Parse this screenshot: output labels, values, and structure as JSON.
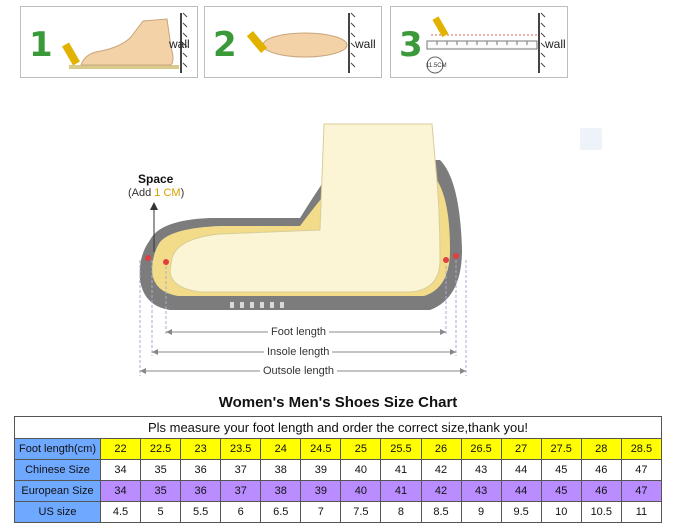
{
  "steps": [
    {
      "number": "1",
      "wall": "wall"
    },
    {
      "number": "2",
      "wall": "wall"
    },
    {
      "number": "3",
      "wall": "wall",
      "measurement": "11.5CM"
    }
  ],
  "diagram": {
    "space_title": "Space",
    "space_sub_prefix": "(Add ",
    "space_sub_accent": "1 CM",
    "space_sub_suffix": ")",
    "foot_length": "Foot length",
    "insole_length": "Insole length",
    "outsole_length": "Outsole length"
  },
  "chart_title": "Women's Men's Shoes Size Chart",
  "instruction": "Pls measure your foot length and order the correct size,thank you!",
  "colors": {
    "label_bg": "#6fa8ff",
    "foot_row": "#ffff00",
    "eu_row": "#b98cff",
    "step_green": "#3a9a3a",
    "accent_yellow": "#d6a000"
  },
  "size_table": {
    "rows": [
      {
        "label": "Foot length(cm)",
        "values": [
          "22",
          "22.5",
          "23",
          "23.5",
          "24",
          "24.5",
          "25",
          "25.5",
          "26",
          "26.5",
          "27",
          "27.5",
          "28",
          "28.5"
        ]
      },
      {
        "label": "Chinese Size",
        "values": [
          "34",
          "35",
          "36",
          "37",
          "38",
          "39",
          "40",
          "41",
          "42",
          "43",
          "44",
          "45",
          "46",
          "47"
        ]
      },
      {
        "label": "European Size",
        "values": [
          "34",
          "35",
          "36",
          "37",
          "38",
          "39",
          "40",
          "41",
          "42",
          "43",
          "44",
          "45",
          "46",
          "47"
        ]
      },
      {
        "label": "US size",
        "values": [
          "4.5",
          "5",
          "5.5",
          "6",
          "6.5",
          "7",
          "7.5",
          "8",
          "8.5",
          "9",
          "9.5",
          "10",
          "10.5",
          "11"
        ]
      }
    ]
  }
}
